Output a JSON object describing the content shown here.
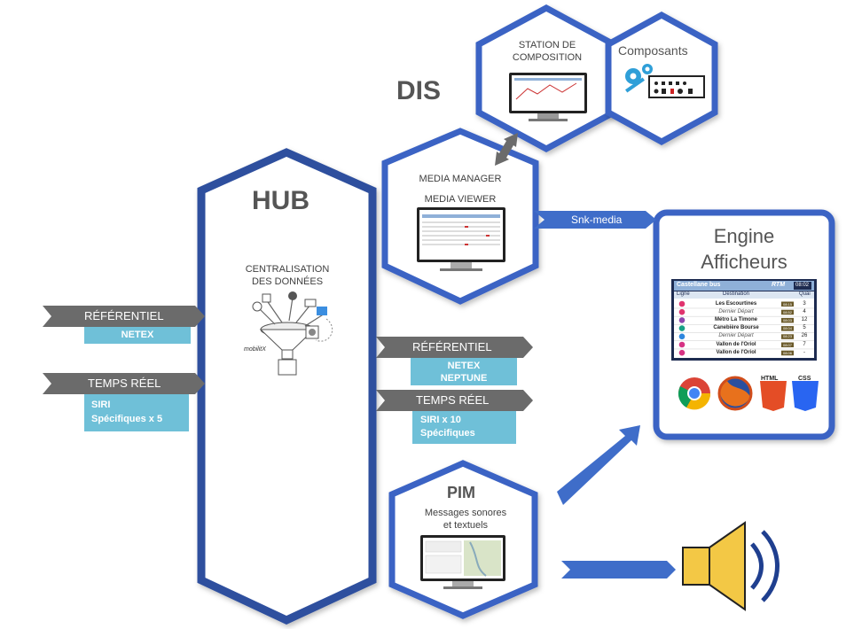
{
  "colors": {
    "hex_border": "#3b63c4",
    "hub_border": "#2e4f9e",
    "tag_gray": "#6b6b6b",
    "tag_blue": "#3f6dc9",
    "sub_box": "#6fc0d8",
    "screen_header_blue": "#8fb0d8"
  },
  "dis": {
    "title": "DIS",
    "station": "STATION DE\nCOMPOSITION",
    "composants": "Composants"
  },
  "hub": {
    "title": "HUB",
    "subtitle": "CENTRALISATION\nDES DONNÉES",
    "logo": "mobilitX"
  },
  "media": {
    "line1": "MEDIA MANAGER",
    "line2": "MEDIA VIEWER"
  },
  "snk": {
    "label": "Snk-media"
  },
  "engine": {
    "title_line1": "Engine",
    "title_line2": "Afficheurs",
    "board": {
      "stop": "Castellane bus",
      "brand": "RTM",
      "time": "08:02",
      "headers": [
        "Ligne",
        "Destination",
        "Quai"
      ],
      "rows": [
        {
          "dest": "Les Escourtines",
          "time": "08:15",
          "quai": "3",
          "italic": false,
          "color": "#e0336e"
        },
        {
          "dest": "Dernier Départ",
          "time": "08:52",
          "quai": "4",
          "italic": true,
          "color": "#e0336e"
        },
        {
          "dest": "Métro La Timone",
          "time": "08:03",
          "quai": "12",
          "italic": false,
          "color": "#8e44ad"
        },
        {
          "dest": "Canebière Bourse",
          "time": "08:04",
          "quai": "5",
          "italic": false,
          "color": "#16a085"
        },
        {
          "dest": "Dernier Départ",
          "time": "08:23",
          "quai": "26",
          "italic": true,
          "color": "#2e86de"
        },
        {
          "dest": "Vallon de l'Oriol",
          "time": "08:07",
          "quai": "7",
          "italic": false,
          "color": "#d63384"
        },
        {
          "dest": "Vallon de l'Oriol",
          "time": "08:06",
          "quai": "-",
          "italic": false,
          "color": "#d63384"
        }
      ]
    },
    "browser_icons": [
      "chrome-icon",
      "firefox-icon",
      "html5-icon",
      "css3-icon"
    ],
    "html5": "HTML",
    "css3": "CSS"
  },
  "inputs": {
    "referentiel": {
      "label": "RÉFÉRENTIEL",
      "detail": "NETEX"
    },
    "temps_reel": {
      "label": "TEMPS RÉEL",
      "detail1": "SIRI",
      "detail2": "Spécifiques x 5"
    }
  },
  "outputs": {
    "referentiel": {
      "label": "RÉFÉRENTIEL",
      "detail1": "NETEX",
      "detail2": "NEPTUNE"
    },
    "temps_reel": {
      "label": "TEMPS RÉEL",
      "detail1": "SIRI x 10",
      "detail2": "Spécifiques"
    }
  },
  "pim": {
    "title": "PIM",
    "subtitle": "Messages sonores\net textuels"
  }
}
